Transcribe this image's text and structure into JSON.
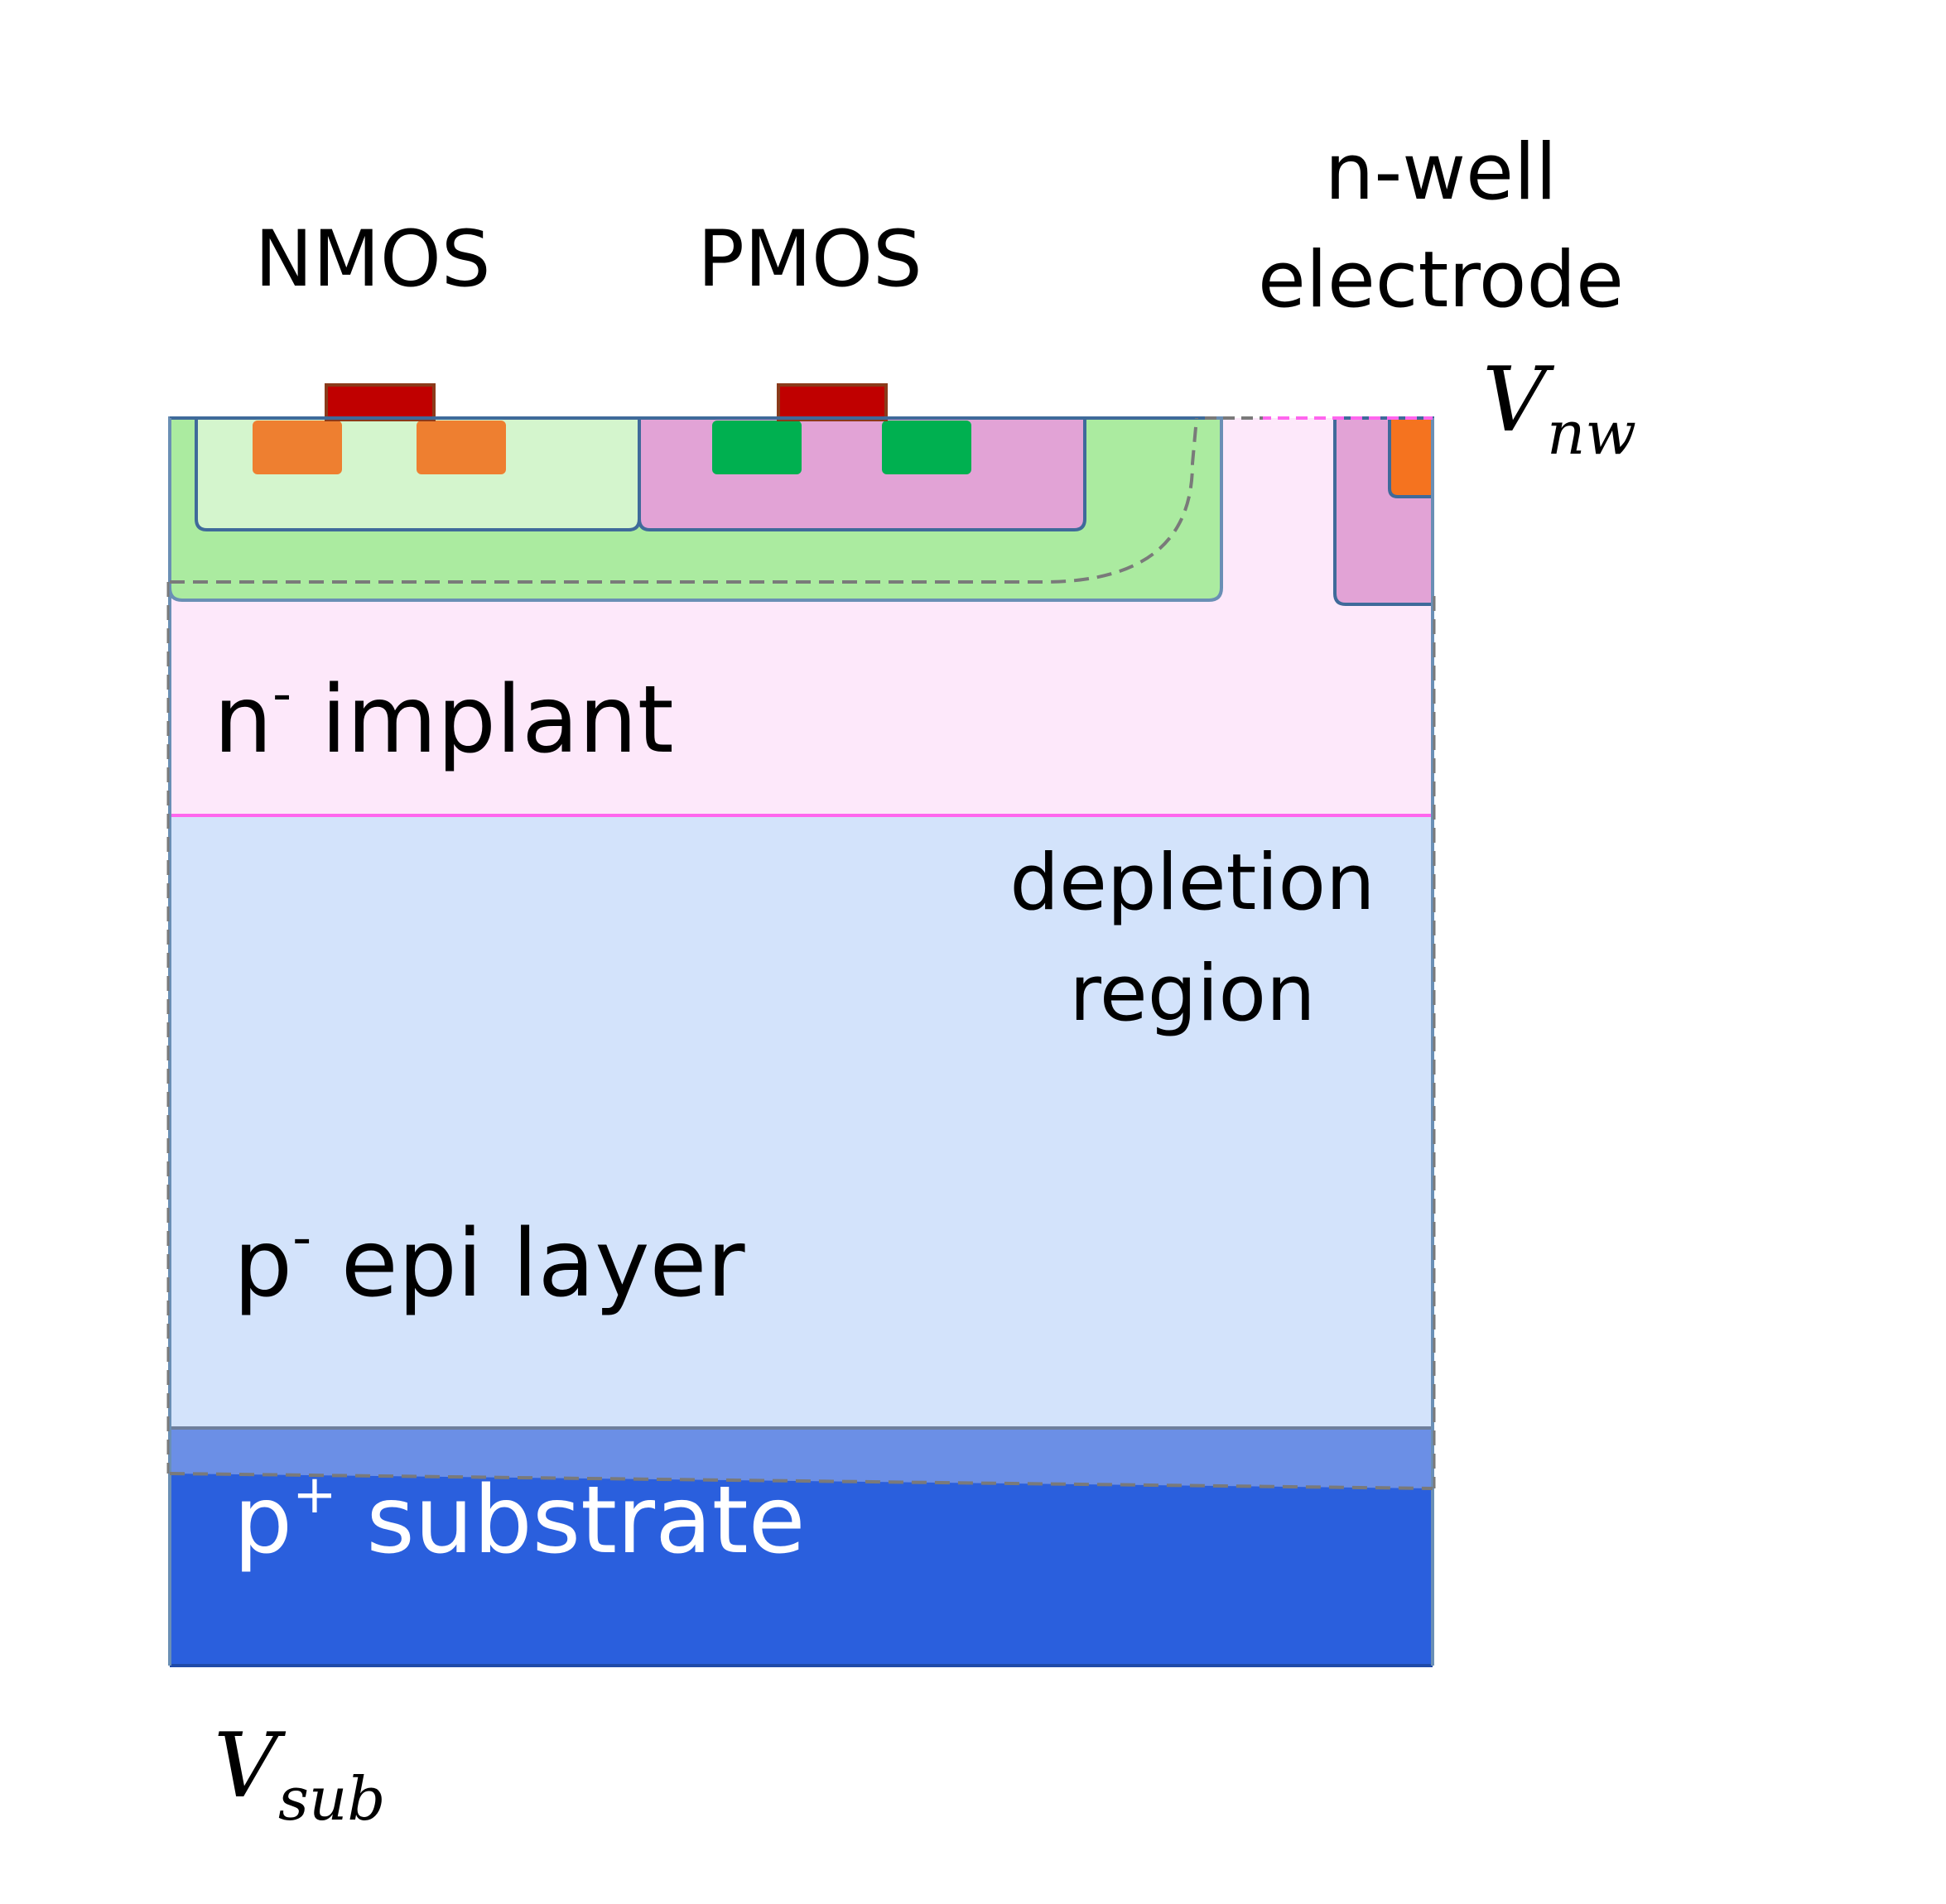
{
  "labels": {
    "nmos": "NMOS",
    "pmos": "PMOS",
    "nwell_electrode_line1": "n-well",
    "nwell_electrode_line2": "electrode",
    "v_nw_base": "V",
    "v_nw_sub": "nw",
    "n_implant_base": "n",
    "n_implant_sup": "-",
    "n_implant_rest": " implant",
    "depletion_line1": "depletion",
    "depletion_line2": "region",
    "p_epi_base": "p",
    "p_epi_sup": "-",
    "p_epi_rest": " epi layer",
    "p_substrate_base": "p",
    "p_substrate_sup": "+",
    "p_substrate_rest": " substrate",
    "v_sub_base": "V",
    "v_sub_sub": "sub"
  },
  "colors": {
    "n_implant": "#fde8fa",
    "n_implant_border": "#ff66ee",
    "p_epi": "#d3e3fb",
    "p_plus_transition": "#6b8fe6",
    "p_substrate": "#2a5fdd",
    "p_well_outer": "#abeba0",
    "p_well_inner": "#d4f5cd",
    "n_well": "#e2a3d6",
    "gate": "#c00000",
    "gate_border": "#8b3a1a",
    "nmos_diffusion": "#ee7f30",
    "pmos_diffusion": "#00b050",
    "electrode_contact": "#f5731f",
    "outline": "#3f6a9a",
    "depletion_boundary": "#7a7a7a",
    "substrate_label": "#ffffff"
  }
}
